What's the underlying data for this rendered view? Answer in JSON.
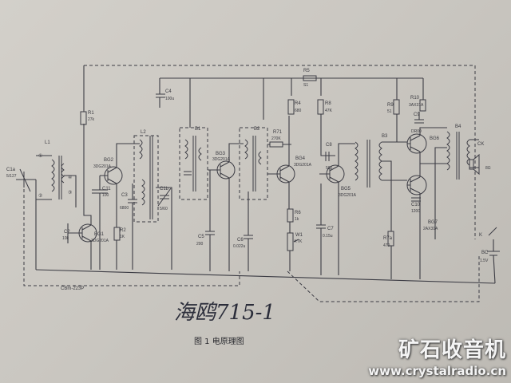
{
  "labels": {
    "c1a": "C1a",
    "c1a_val": "5/127",
    "l1": "L1",
    "c2": "C2",
    "c2_val": "10k",
    "bg1": "BG1",
    "bg1_type": "3DG201A",
    "c11": "C11",
    "c11_val": "100",
    "bg2": "BG2",
    "bg2_type": "3DG201A",
    "r1": "R1",
    "r1_val": "27k",
    "r2": "R2",
    "r2_val": "1K",
    "c3": "C3",
    "c3_val": "6800",
    "l2": "L2",
    "c1b": "C1b",
    "c1b_val": "5/60",
    "c4": "C4",
    "c4_val": "100u",
    "b1": "B1",
    "bg3": "BG3",
    "bg3_type": "3DG201A",
    "c5": "C5",
    "c5_val": "200",
    "c6": "C6",
    "c6_val": "0.022u",
    "b2": "B2",
    "r71": "R71",
    "r71_val": "270K",
    "r4": "R4",
    "r4_val": "680",
    "bg4": "BG4",
    "bg4_type": "3DG201A",
    "r6": "R6",
    "r6_val": "1k",
    "w1": "W1",
    "w1_val": "4.7K",
    "r5": "R5",
    "r5_val": "S1",
    "r8": "R8",
    "r8_val": "47K",
    "c8": "C8",
    "c8_val": "500",
    "bg5": "BG5",
    "bg5_type": "3DG201A",
    "c7": "C7",
    "c7_val": "0.15u",
    "b3": "B3",
    "r9": "R9",
    "r9_val": "51",
    "r10": "R10",
    "r10_val": "3AX31A",
    "c9": "C9",
    "c9_val": "DR00",
    "bg6": "BG6",
    "c10": "C10",
    "c10_val": "1200",
    "bg7": "BG7",
    "bg7_type": "2AX31A",
    "r7a": "R7a",
    "r7a_val": "470",
    "b4": "B4",
    "ck": "CK",
    "spk": "8Ω",
    "k": "K",
    "batt": "BC",
    "batt_val": "1.5V",
    "cbm": "CBm-223P",
    "node1": "①",
    "node2": "②",
    "node3": "③",
    "node4": "④"
  },
  "handwriting": "海鸥715-1",
  "caption": "图 1    电原理图",
  "watermark": {
    "title": "矿石收音机",
    "url": "www.crystalradio.cn"
  }
}
